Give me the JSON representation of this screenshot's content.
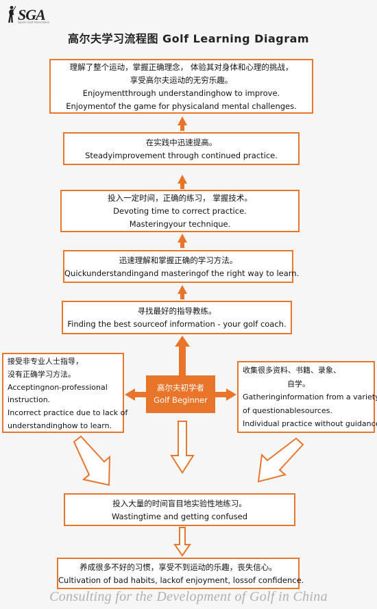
{
  "logo": {
    "text": "SGA",
    "tagline": "Sports Golf Association",
    "icon": "golfer-silhouette-icon"
  },
  "title": "高尔夫学习流程图  Golf  Learning  Diagram",
  "steps": {
    "top": [
      "理解了整个运动，掌握正确理念， 体验其对身体和心理的挑战，",
      "享受高尔夫运动的无穷乐趣。",
      "Enjoymentthrough understandinghow to improve.",
      "Enjoymentof the game for physicaland mental challenges."
    ],
    "improve": [
      "在实践中迅速提高。",
      "Steadyimprovement through continued practice."
    ],
    "practice": [
      "投入一定时间，正确的练习， 掌握技术。",
      "Devoting time to correct practice.",
      "Masteringyour technique."
    ],
    "method": [
      "迅速理解和掌握正确的学习方法。",
      "Quickunderstandingand masteringof the right way to learn."
    ],
    "coach": [
      "寻找最好的指导教练。",
      "Finding the best sourceof information - your golf coach."
    ]
  },
  "start": [
    "高尔夫初学者",
    "Golf Beginner"
  ],
  "left": [
    "接受非专业人士指导，",
    "没有正确学习方法。",
    "Acceptingnon-professional",
    "instruction.",
    "Incorrect practice due to lack of",
    "understandinghow to learn."
  ],
  "right": [
    "收集很多资料、书籍、录象、",
    "自学。",
    "Gatheringinformation from a variety",
    "of questionablesources.",
    "Individual practice without guidance."
  ],
  "bottom": {
    "waste": [
      "投入大量的时间盲目地实验性地练习。",
      "Wastingtime and getting confused"
    ],
    "habits": [
      "养成很多不好的习惯，享受不到运动的乐趣，丧失信心。",
      "Cultivation of bad habits, lackof enjoyment, lossof confidence."
    ]
  },
  "footer": "Consulting for the Development of Golf in China",
  "colors": {
    "accent": "#e8752a",
    "box_fill": "#ffffff",
    "background": "#f6f6f6",
    "footer_text": "#b0b0b0"
  }
}
